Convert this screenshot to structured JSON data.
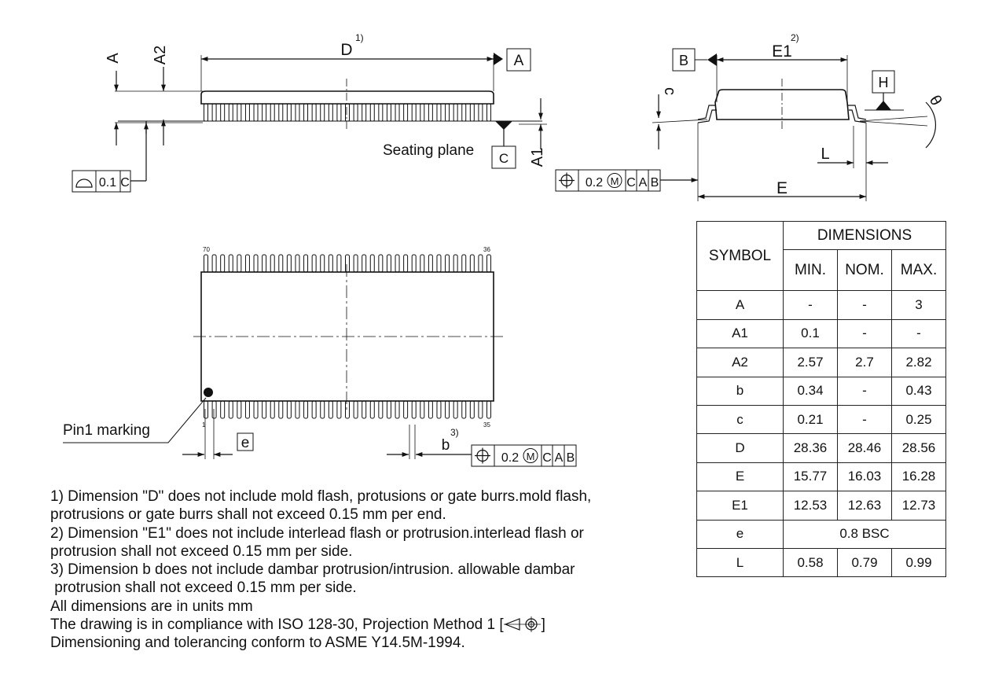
{
  "labels": {
    "D": "D",
    "E1": "E1",
    "E": "E",
    "A": "A",
    "A2": "A2",
    "A1": "A1",
    "c": "c",
    "L": "L",
    "theta": "θ",
    "b": "b",
    "e": "e",
    "datum_A": "A",
    "datum_B": "B",
    "datum_C": "C",
    "datum_H": "H",
    "note_ref_1": "1)",
    "note_ref_2": "2)",
    "note_ref_3": "3)",
    "seating_plane": "Seating plane",
    "pin1_marking": "Pin1 marking",
    "pin_70": "70",
    "pin_36": "36",
    "pin_1": "1",
    "pin_35": "35"
  },
  "tolerance_frames": {
    "flatness": {
      "value": "0.1",
      "datum": "C"
    },
    "position_side": {
      "value": "0.2",
      "modifier": "M",
      "datums": [
        "C",
        "A",
        "B"
      ]
    },
    "position_leads": {
      "value": "0.2",
      "modifier": "M",
      "datums": [
        "C",
        "A",
        "B"
      ]
    }
  },
  "table": {
    "symbol_header": "SYMBOL",
    "dimensions_header": "DIMENSIONS",
    "min_header": "MIN.",
    "nom_header": "NOM.",
    "max_header": "MAX.",
    "rows": [
      {
        "symbol": "A",
        "min": "-",
        "nom": "-",
        "max": "3"
      },
      {
        "symbol": "A1",
        "min": "0.1",
        "nom": "-",
        "max": "-"
      },
      {
        "symbol": "A2",
        "min": "2.57",
        "nom": "2.7",
        "max": "2.82"
      },
      {
        "symbol": "b",
        "min": "0.34",
        "nom": "-",
        "max": "0.43"
      },
      {
        "symbol": "c",
        "min": "0.21",
        "nom": "-",
        "max": "0.25"
      },
      {
        "symbol": "D",
        "min": "28.36",
        "nom": "28.46",
        "max": "28.56"
      },
      {
        "symbol": "E",
        "min": "15.77",
        "nom": "16.03",
        "max": "16.28"
      },
      {
        "symbol": "E1",
        "min": "12.53",
        "nom": "12.63",
        "max": "12.73"
      },
      {
        "symbol": "e",
        "span": "0.8 BSC"
      },
      {
        "symbol": "L",
        "min": "0.58",
        "nom": "0.79",
        "max": "0.99"
      }
    ]
  },
  "notes": {
    "n1a": "1) Dimension \"D\" does not include mold flash, protusions or gate burrs.mold flash,",
    "n1b": "protrusions or gate burrs shall not exceed 0.15 mm per end.",
    "n2a": "2) Dimension \"E1\" does not include interlead flash or protrusion.interlead flash or",
    "n2b": "protrusion shall not exceed 0.15 mm per side.",
    "n3a": "3) Dimension b does not include dambar protrusion/intrusion. allowable dambar",
    "n3b": " protrusion shall not exceed 0.15 mm per side.",
    "units": "All dimensions are in units mm",
    "iso_prefix": "The drawing is in compliance with ISO 128-30, Projection Method 1 [",
    "iso_suffix": "]",
    "asme": "Dimensioning and tolerancing conform to ASME Y14.5M-1994."
  },
  "icons": [
    "flatness-icon",
    "position-icon",
    "mmc-modifier-icon",
    "datum-triangle-icon",
    "projection-method-icon"
  ]
}
